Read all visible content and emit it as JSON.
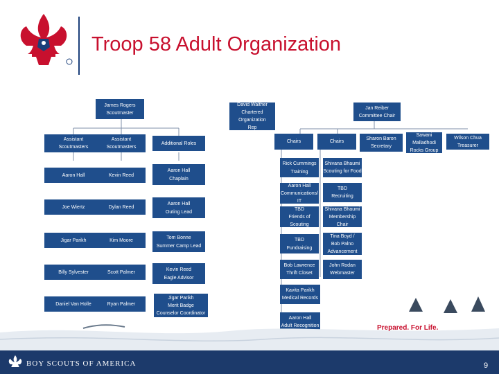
{
  "header": {
    "title": "Troop 58 Adult Organization"
  },
  "boxes": {
    "scoutmaster": {
      "line1": "James Rogers",
      "line2": "Scoutmaster"
    },
    "chartered": {
      "line1": "David Walther",
      "line2": "Chartered",
      "line3": "Organization",
      "line4": "Rep"
    },
    "committee_chair": {
      "line1": "Jan Reiber",
      "line2": "Committee Chair"
    },
    "asm1": {
      "line1": "Assistant",
      "line2": "Scoutmasters"
    },
    "asm2": {
      "line1": "Assistant",
      "line2": "Scoutmasters"
    },
    "additional_roles": {
      "line1": "Additional Roles"
    },
    "chair1": {
      "line1": "Chairs"
    },
    "chair2": {
      "line1": "Chairs"
    },
    "secretary": {
      "line1": "Sharon Baron",
      "line2": "Secretary"
    },
    "rocks_group": {
      "line1": "Sawani",
      "line2": "Malladhodi",
      "line3": "Rocks Group"
    },
    "treasurer": {
      "line1": "Wilson Chua",
      "line2": "Treasurer"
    },
    "asm_a1": {
      "line1": "Aaron Hall"
    },
    "asm_a2": {
      "line1": "Joe Wiertz"
    },
    "asm_a3": {
      "line1": "Jigar Parikh"
    },
    "asm_a4": {
      "line1": "Billy Sylvester"
    },
    "asm_a5": {
      "line1": "Daniel Van Holle"
    },
    "asm_b1": {
      "line1": "Kevin Reed"
    },
    "asm_b2": {
      "line1": "Dylan Reed"
    },
    "asm_b3": {
      "line1": "Kim Moore"
    },
    "asm_b4": {
      "line1": "Scott Palmer"
    },
    "asm_b5": {
      "line1": "Ryan Palmer"
    },
    "role1": {
      "line1": "Aaron Hall",
      "line2": "Chaplain"
    },
    "role2": {
      "line1": "Aaron Hall",
      "line2": "Outing Lead"
    },
    "role3": {
      "line1": "Tom Bonne",
      "line2": "Summer Camp Lead"
    },
    "role4": {
      "line1": "Kevin Reed",
      "line2": "Eagle Advisor"
    },
    "role5": {
      "line1": "Jigar Parikh",
      "line2": "Merit Badge",
      "line3": "Counselor Coordinator"
    },
    "c1_1": {
      "line1": "Rick Cummings",
      "line2": "Training"
    },
    "c1_2": {
      "line1": "Aaron Hall",
      "line2": "Communications/",
      "line3": "IT"
    },
    "c1_3": {
      "line1": "TBD",
      "line2": "Friends of",
      "line3": "Scouting"
    },
    "c1_4": {
      "line1": "TBD",
      "line2": "Fundraising"
    },
    "c1_5": {
      "line1": "Bob Lawrence",
      "line2": "Thrift Closet"
    },
    "c1_6": {
      "line1": "Kavita Parikh",
      "line2": "Medical Records"
    },
    "c1_7": {
      "line1": "Aaron Hall",
      "line2": "Adult Recognition"
    },
    "c2_1": {
      "line1": "Shivana Bhaumi",
      "line2": "Scouting for Food"
    },
    "c2_2": {
      "line1": "TBD",
      "line2": "Recruiting"
    },
    "c2_3": {
      "line1": "Shivana Bhaumi",
      "line2": "Membership",
      "line3": "Chair"
    },
    "c2_4": {
      "line1": "Tina Boyd /",
      "line2": "Bob Palno",
      "line3": "Advancement"
    },
    "c2_5": {
      "line1": "John Rodan",
      "line2": "Webmaster"
    }
  },
  "footer": {
    "org_name": "BOY SCOUTS OF AMERICA",
    "page_number": "9",
    "tagline": "Prepared. For Life."
  },
  "colors": {
    "box": "#1f4e8c",
    "title": "#c8102e",
    "footer": "#1c3a6b"
  },
  "icons": [
    "fleur-de-lis-icon",
    "registered-mark-icon"
  ]
}
